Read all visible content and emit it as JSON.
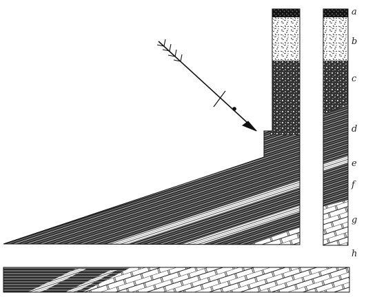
{
  "figure": {
    "layer_labels": [
      "a",
      "b",
      "c",
      "d",
      "e",
      "f",
      "g",
      "h"
    ]
  },
  "colors": {
    "ink": "#1a1a1a",
    "paper": "#ffffff"
  }
}
